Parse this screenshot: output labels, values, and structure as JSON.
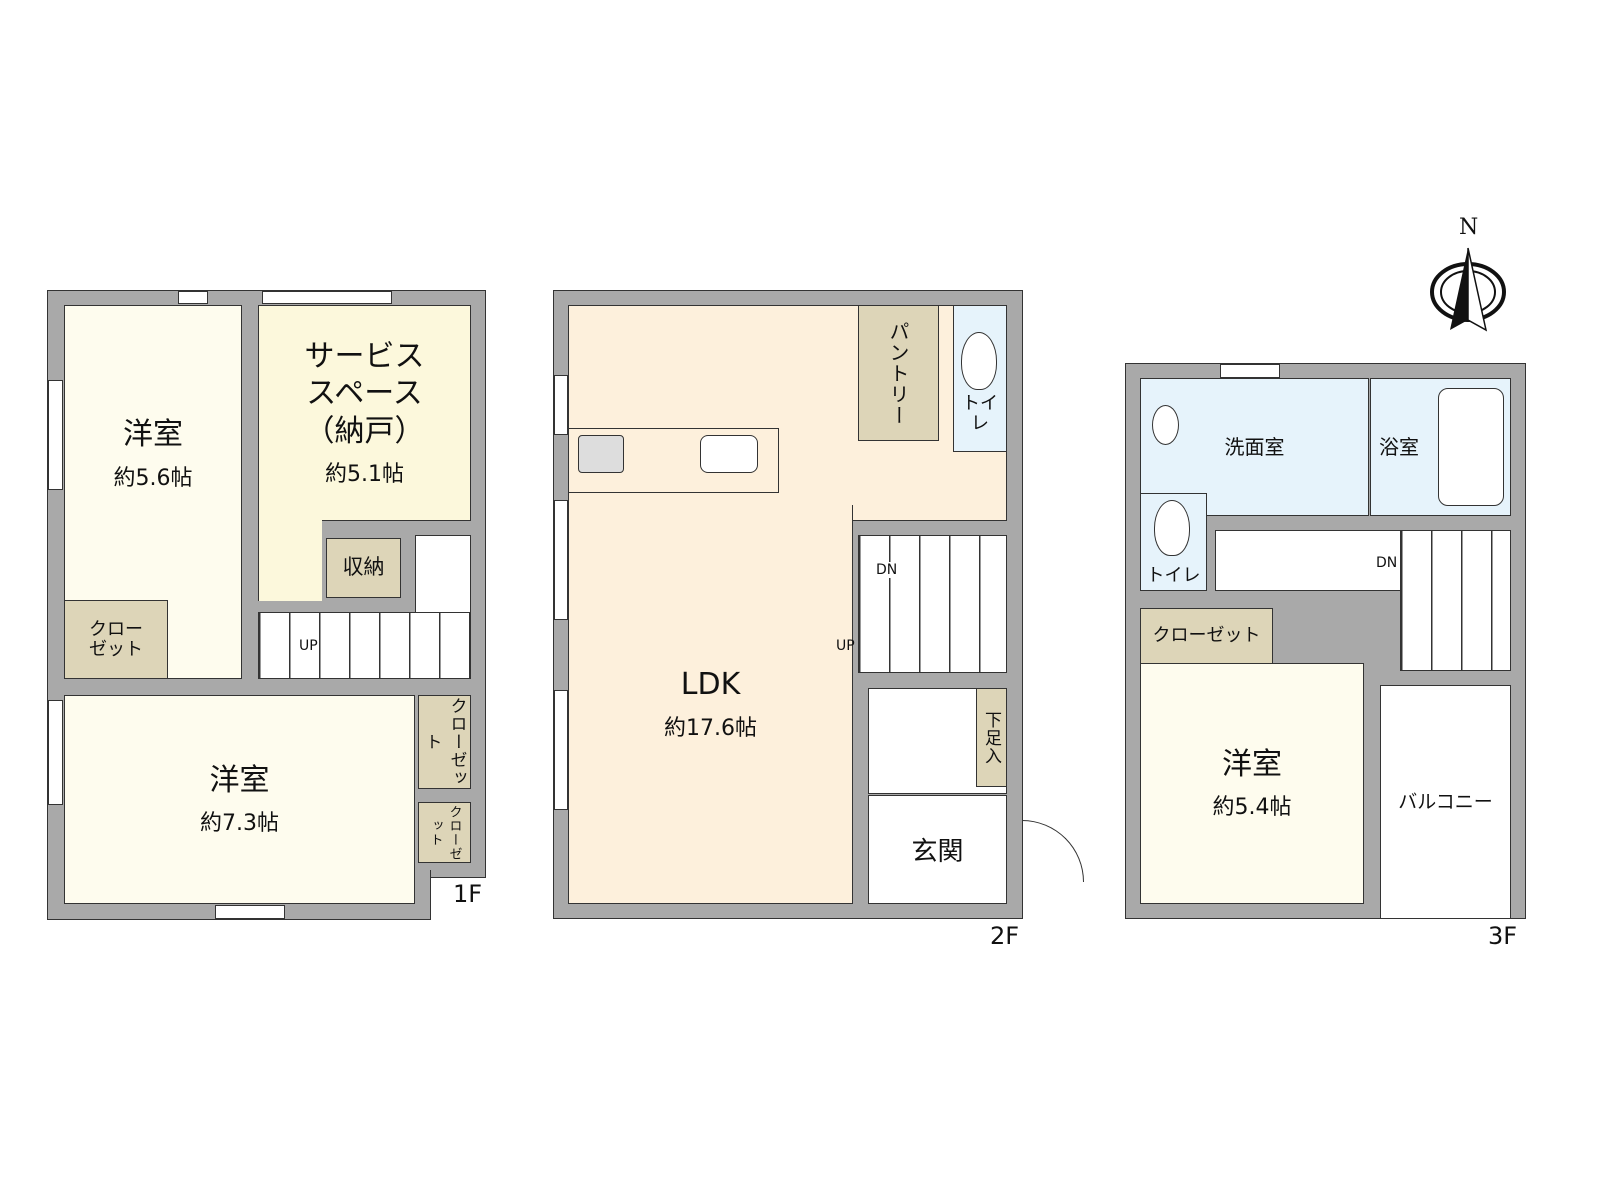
{
  "floors": [
    {
      "label": "1F",
      "rooms": [
        {
          "name": "洋室",
          "area": "約5.6帖"
        },
        {
          "name": "サービス\nスペース\n（納戸）",
          "area": "約5.1帖"
        },
        {
          "name": "収納"
        },
        {
          "name": "クロー\nゼット"
        },
        {
          "name": "洋室",
          "area": "約7.3帖"
        },
        {
          "name": "クローゼット"
        },
        {
          "name": "クローゼット"
        }
      ],
      "stairs": "UP"
    },
    {
      "label": "2F",
      "rooms": [
        {
          "name": "LDK",
          "area": "約17.6帖"
        },
        {
          "name": "パントリー"
        },
        {
          "name": "トイレ"
        },
        {
          "name": "下足入"
        },
        {
          "name": "玄関"
        }
      ],
      "stairs_dn": "DN",
      "stairs_up": "UP"
    },
    {
      "label": "3F",
      "rooms": [
        {
          "name": "洗面室"
        },
        {
          "name": "浴室"
        },
        {
          "name": "トイレ"
        },
        {
          "name": "クローゼット"
        },
        {
          "name": "洋室",
          "area": "約5.4帖"
        },
        {
          "name": "バルコニー"
        }
      ],
      "stairs": "DN"
    }
  ],
  "compass": "N",
  "colors": {
    "wall": "#a9a9a9",
    "western_room": "#fefcee",
    "ldk": "#fdf0dc",
    "closet": "#ddd5b8",
    "wet_area": "#e6f3fb"
  }
}
